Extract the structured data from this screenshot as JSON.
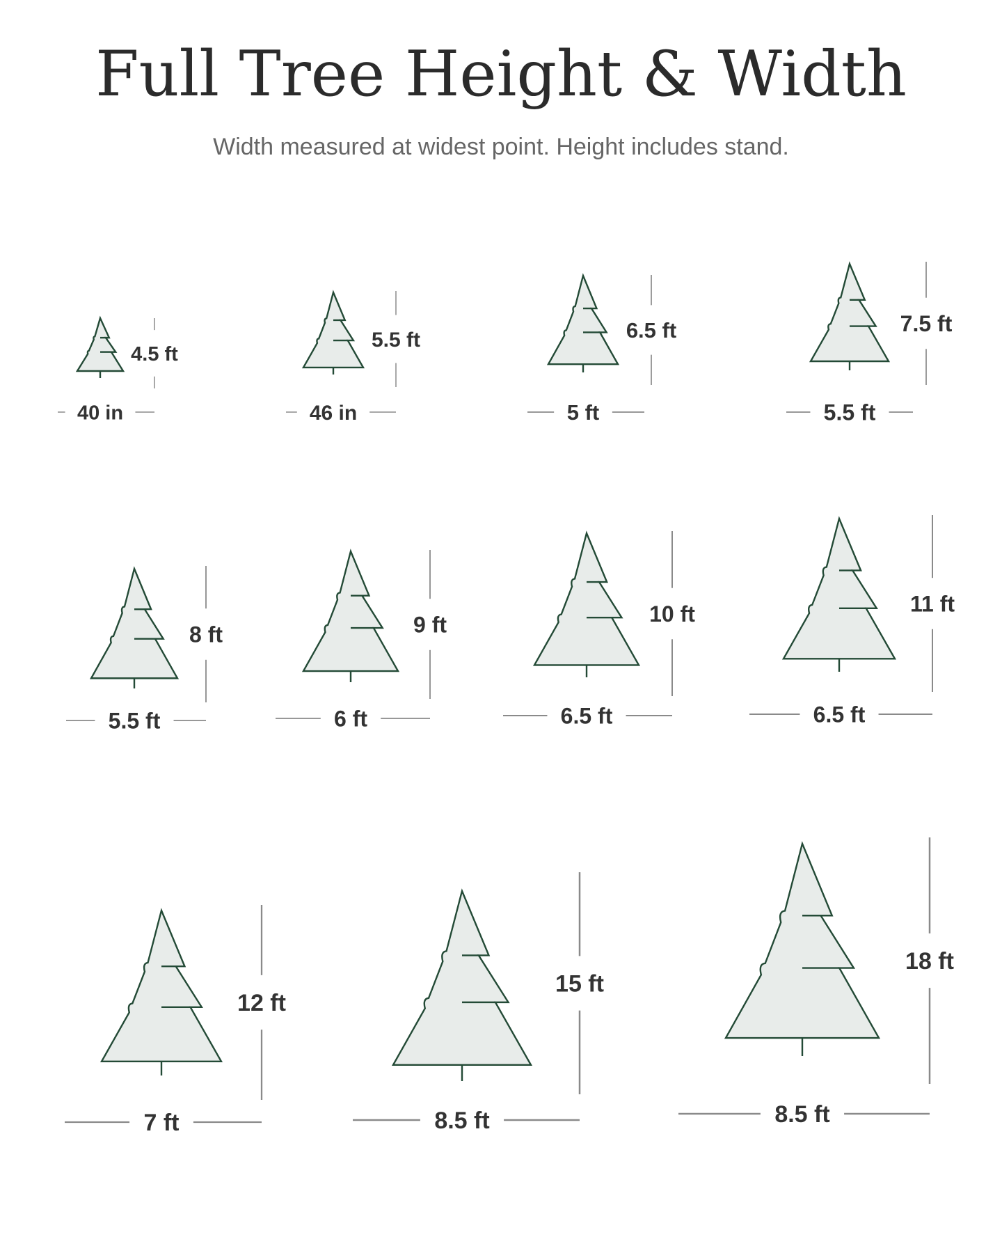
{
  "title": "Full Tree Height & Width",
  "subtitle": "Width measured at widest point. Height includes stand.",
  "colors": {
    "tree_fill": "#e8ecea",
    "tree_outline": "#234a36",
    "dimension_line": "#8a8a8a",
    "label_text": "#333333"
  },
  "trees": [
    {
      "height": "4.5 ft",
      "width": "40 in"
    },
    {
      "height": "5.5 ft",
      "width": "46 in"
    },
    {
      "height": "6.5 ft",
      "width": "5 ft"
    },
    {
      "height": "7.5 ft",
      "width": "5.5 ft"
    },
    {
      "height": "8 ft",
      "width": "5.5 ft"
    },
    {
      "height": "9 ft",
      "width": "6 ft"
    },
    {
      "height": "10 ft",
      "width": "6.5 ft"
    },
    {
      "height": "11 ft",
      "width": "6.5 ft"
    },
    {
      "height": "12 ft",
      "width": "7 ft"
    },
    {
      "height": "15 ft",
      "width": "8.5 ft"
    },
    {
      "height": "18 ft",
      "width": "8.5 ft"
    }
  ]
}
